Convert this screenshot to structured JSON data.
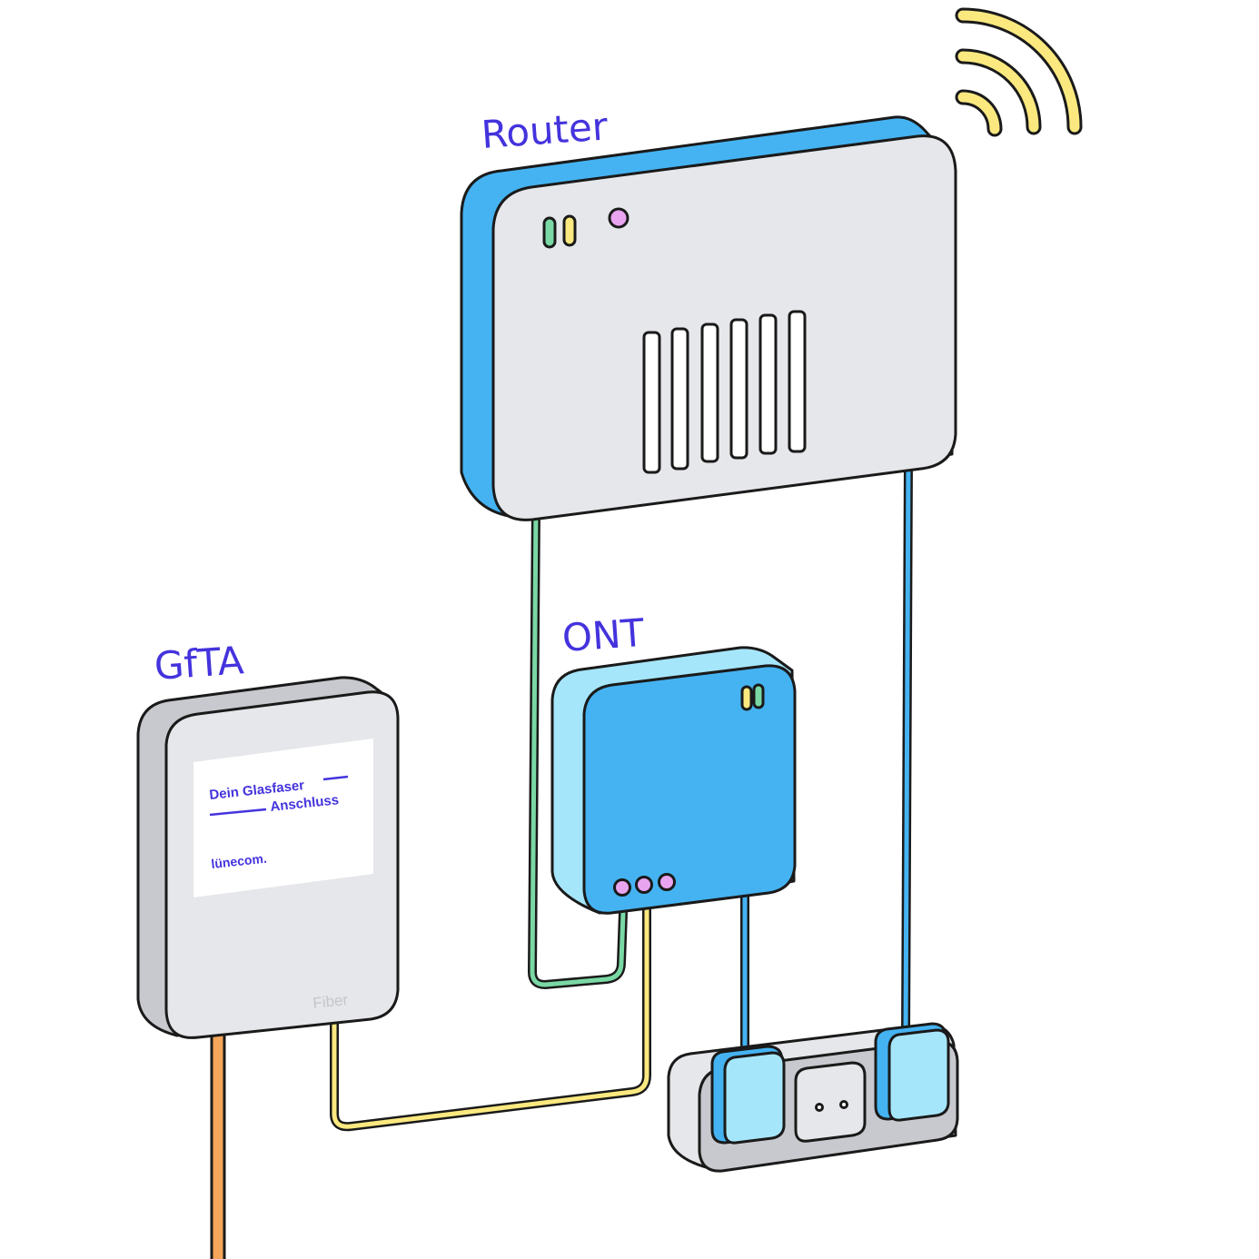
{
  "labels": {
    "router": "Router",
    "ont": "ONT",
    "gfta": "GfTA"
  },
  "gfta_card": {
    "line1": "Dein Glasfaser",
    "line2": "Anschluss",
    "brand": "lünecom."
  },
  "gfta_footer": "Fiber",
  "colors": {
    "outline": "#1a1a1a",
    "router_body": "#e6e7ea",
    "router_side": "#45b3f2",
    "ont_body": "#45b3f2",
    "ont_side": "#a6e6fb",
    "gfta_body": "#e6e7ea",
    "gfta_side": "#c7c9ce",
    "label": "#4433dd",
    "cable_green": "#7ad8a4",
    "cable_yellow": "#fbe980",
    "cable_blue": "#45b3f2",
    "cable_orange": "#f5a65a",
    "wifi": "#fbe980",
    "led_green": "#7ad8a4",
    "led_yellow": "#fbe980",
    "led_pink": "#e9a4ef",
    "plug": "#a6e6fb"
  },
  "icons": {
    "wifi": "wifi-signal-icon",
    "router": "router-device-icon",
    "ont": "ont-device-icon",
    "gfta": "gfta-box-icon",
    "power_strip": "power-strip-icon"
  }
}
